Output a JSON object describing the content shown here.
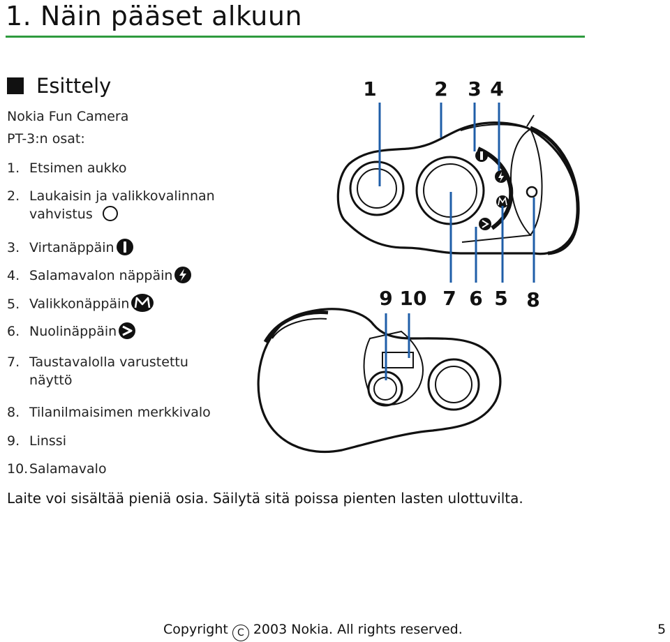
{
  "chapter": {
    "title": "1.  Näin pääset alkuun"
  },
  "section": {
    "title": "Esittely"
  },
  "intro": {
    "line1": "Nokia Fun Camera",
    "line2": "PT-3:n osat:"
  },
  "parts": [
    {
      "num": "1.",
      "text": "Etsimen aukko"
    },
    {
      "num": "2.",
      "text": "Laukaisin ja valikkovalinnan",
      "cont": "vahvistus",
      "icon": "circle-outline-icon"
    },
    {
      "num": "3.",
      "text": "Virtanäppäin",
      "icon": "power-key-icon"
    },
    {
      "num": "4.",
      "text": "Salamavalon näppäin",
      "icon": "flash-key-icon"
    },
    {
      "num": "5.",
      "text": "Valikkonäppäin",
      "icon": "menu-key-icon"
    },
    {
      "num": "6.",
      "text": "Nuolinäppäin",
      "icon": "arrow-key-icon"
    },
    {
      "num": "7.",
      "text": "Taustavalolla varustettu",
      "cont": "näyttö"
    },
    {
      "num": "8.",
      "text": "Tilanilmaisimen merkkivalo"
    },
    {
      "num": "9.",
      "text": "Linssi"
    },
    {
      "num": "10.",
      "text": "Salamavalo"
    }
  ],
  "warning": "Laite voi sisältää pieniä osia. Säilytä sitä poissa pienten lasten ulottuvilta.",
  "figure": {
    "top_callouts": [
      "1",
      "2",
      "3",
      "4"
    ],
    "mid_callouts": [
      "9",
      "10",
      "7",
      "6",
      "5",
      "8"
    ]
  },
  "footer": {
    "copyright_pre": "Copyright",
    "copyright_symbol": "C",
    "copyright_post": "2003 Nokia. All rights reserved.",
    "page": "5"
  },
  "colors": {
    "rule": "#2e9a3e",
    "leader": "#1f5ea8"
  }
}
